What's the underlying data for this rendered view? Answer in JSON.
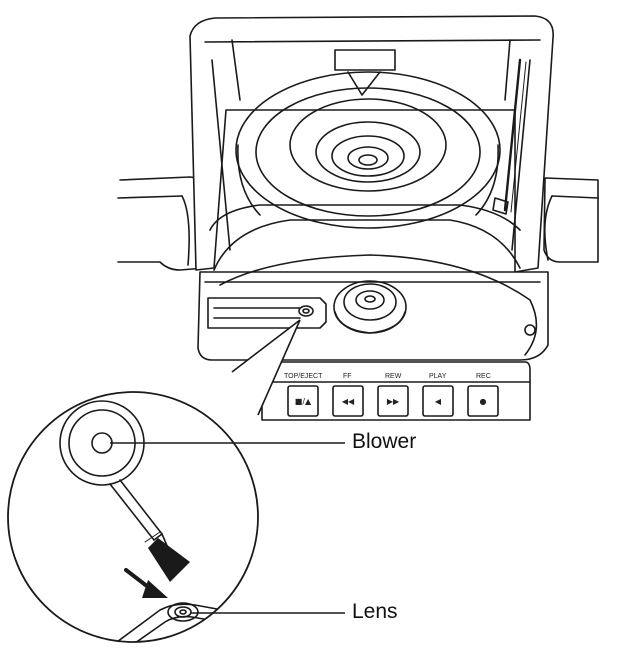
{
  "figure": {
    "callouts": [
      {
        "id": "blower",
        "label": "Blower"
      },
      {
        "id": "lens",
        "label": "Lens"
      }
    ],
    "button_labels": [
      "TOP/EJECT",
      "FF",
      "REW",
      "PLAY",
      "REC"
    ],
    "button_symbols": [
      "■/▲",
      "◀◀",
      "▶▶",
      "◀",
      "●"
    ],
    "ink_color": "#1a1a1a"
  }
}
